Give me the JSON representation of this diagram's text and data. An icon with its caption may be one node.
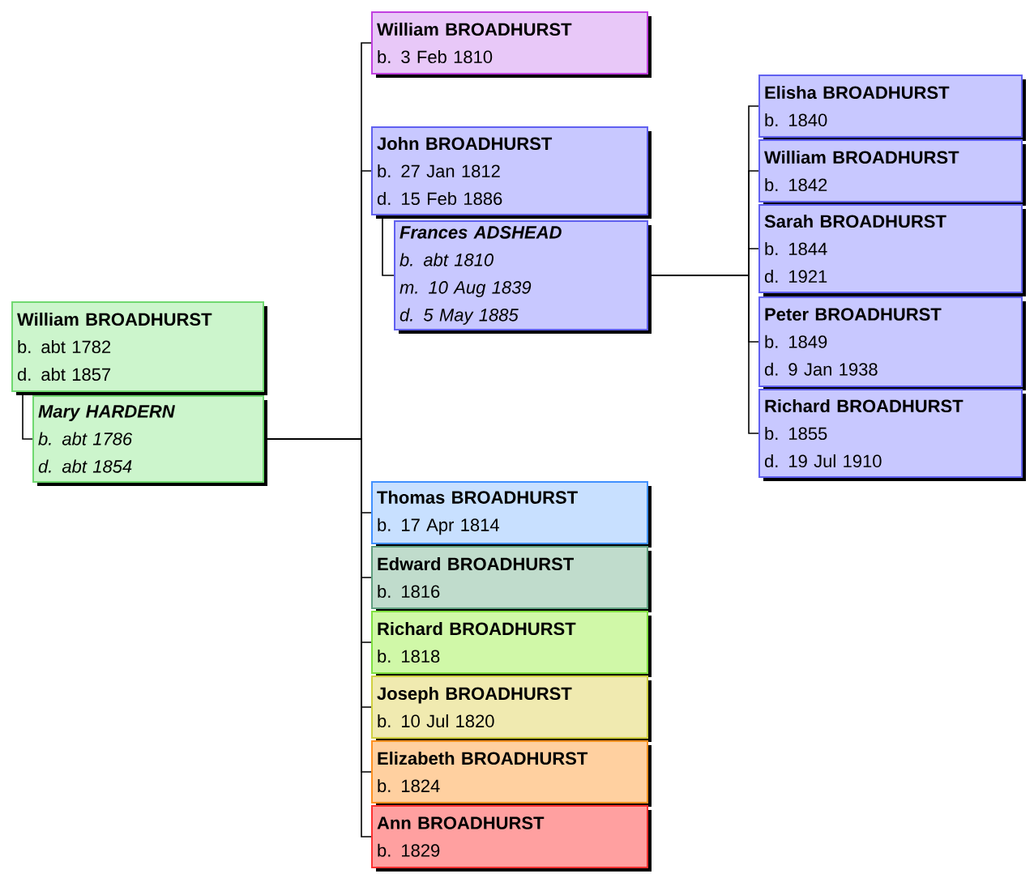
{
  "diagram": {
    "nodes": [
      {
        "text": [
          "William BROADHURST",
          "b. abt 1782",
          "d. abt 1857"
        ]
      },
      {
        "text": [
          "Mary HARDERN",
          "b. abt 1786",
          "d. abt 1854"
        ]
      },
      {
        "text": [
          "William BROADHURST",
          "b. 3 Feb 1810"
        ]
      },
      {
        "text": [
          "John BROADHURST",
          "b. 27 Jan 1812",
          "d. 15 Feb 1886"
        ]
      },
      {
        "text": [
          "Frances ADSHEAD",
          "b. abt 1810",
          "m. 10 Aug 1839",
          "d. 5 May 1885"
        ]
      },
      {
        "text": [
          "Elisha BROADHURST",
          "b. 1840"
        ]
      },
      {
        "text": [
          "William BROADHURST",
          "b. 1842"
        ]
      },
      {
        "text": [
          "Sarah BROADHURST",
          "b. 1844",
          "d. 1921"
        ]
      },
      {
        "text": [
          "Peter BROADHURST",
          "b. 1849",
          "d. 9 Jan 1938"
        ]
      },
      {
        "text": [
          "Richard BROADHURST",
          "b. 1855",
          "d. 19 Jul 1910"
        ]
      },
      {
        "text": [
          "Thomas BROADHURST",
          "b. 17 Apr 1814"
        ]
      },
      {
        "text": [
          "Edward BROADHURST",
          "b. 1816"
        ]
      },
      {
        "text": [
          "Richard BROADHURST",
          "b. 1818"
        ]
      },
      {
        "text": [
          "Joseph BROADHURST",
          "b. 10 Jul 1820"
        ]
      },
      {
        "text": [
          "Elizabeth BROADHURST",
          "b. 1824"
        ]
      },
      {
        "text": [
          "Ann BROADHURST",
          "b. 1829"
        ]
      }
    ],
    "edges": [
      {
        "from": 0,
        "to": 1,
        "arrow": "none"
      },
      {
        "from": 1,
        "to": 2,
        "arrow": "none"
      },
      {
        "from": 1,
        "to": 3,
        "arrow": "none"
      },
      {
        "from": 1,
        "to": 10,
        "arrow": "none"
      },
      {
        "from": 1,
        "to": 11,
        "arrow": "none"
      },
      {
        "from": 1,
        "to": 12,
        "arrow": "none"
      },
      {
        "from": 1,
        "to": 13,
        "arrow": "none"
      },
      {
        "from": 1,
        "to": 14,
        "arrow": "none"
      },
      {
        "from": 1,
        "to": 15,
        "arrow": "none"
      },
      {
        "from": 3,
        "to": 4,
        "arrow": "none"
      },
      {
        "from": 4,
        "to": 5,
        "arrow": "none"
      },
      {
        "from": 4,
        "to": 6,
        "arrow": "none"
      },
      {
        "from": 4,
        "to": 7,
        "arrow": "none"
      },
      {
        "from": 4,
        "to": 8,
        "arrow": "none"
      },
      {
        "from": 4,
        "to": 9,
        "arrow": "none"
      }
    ]
  }
}
